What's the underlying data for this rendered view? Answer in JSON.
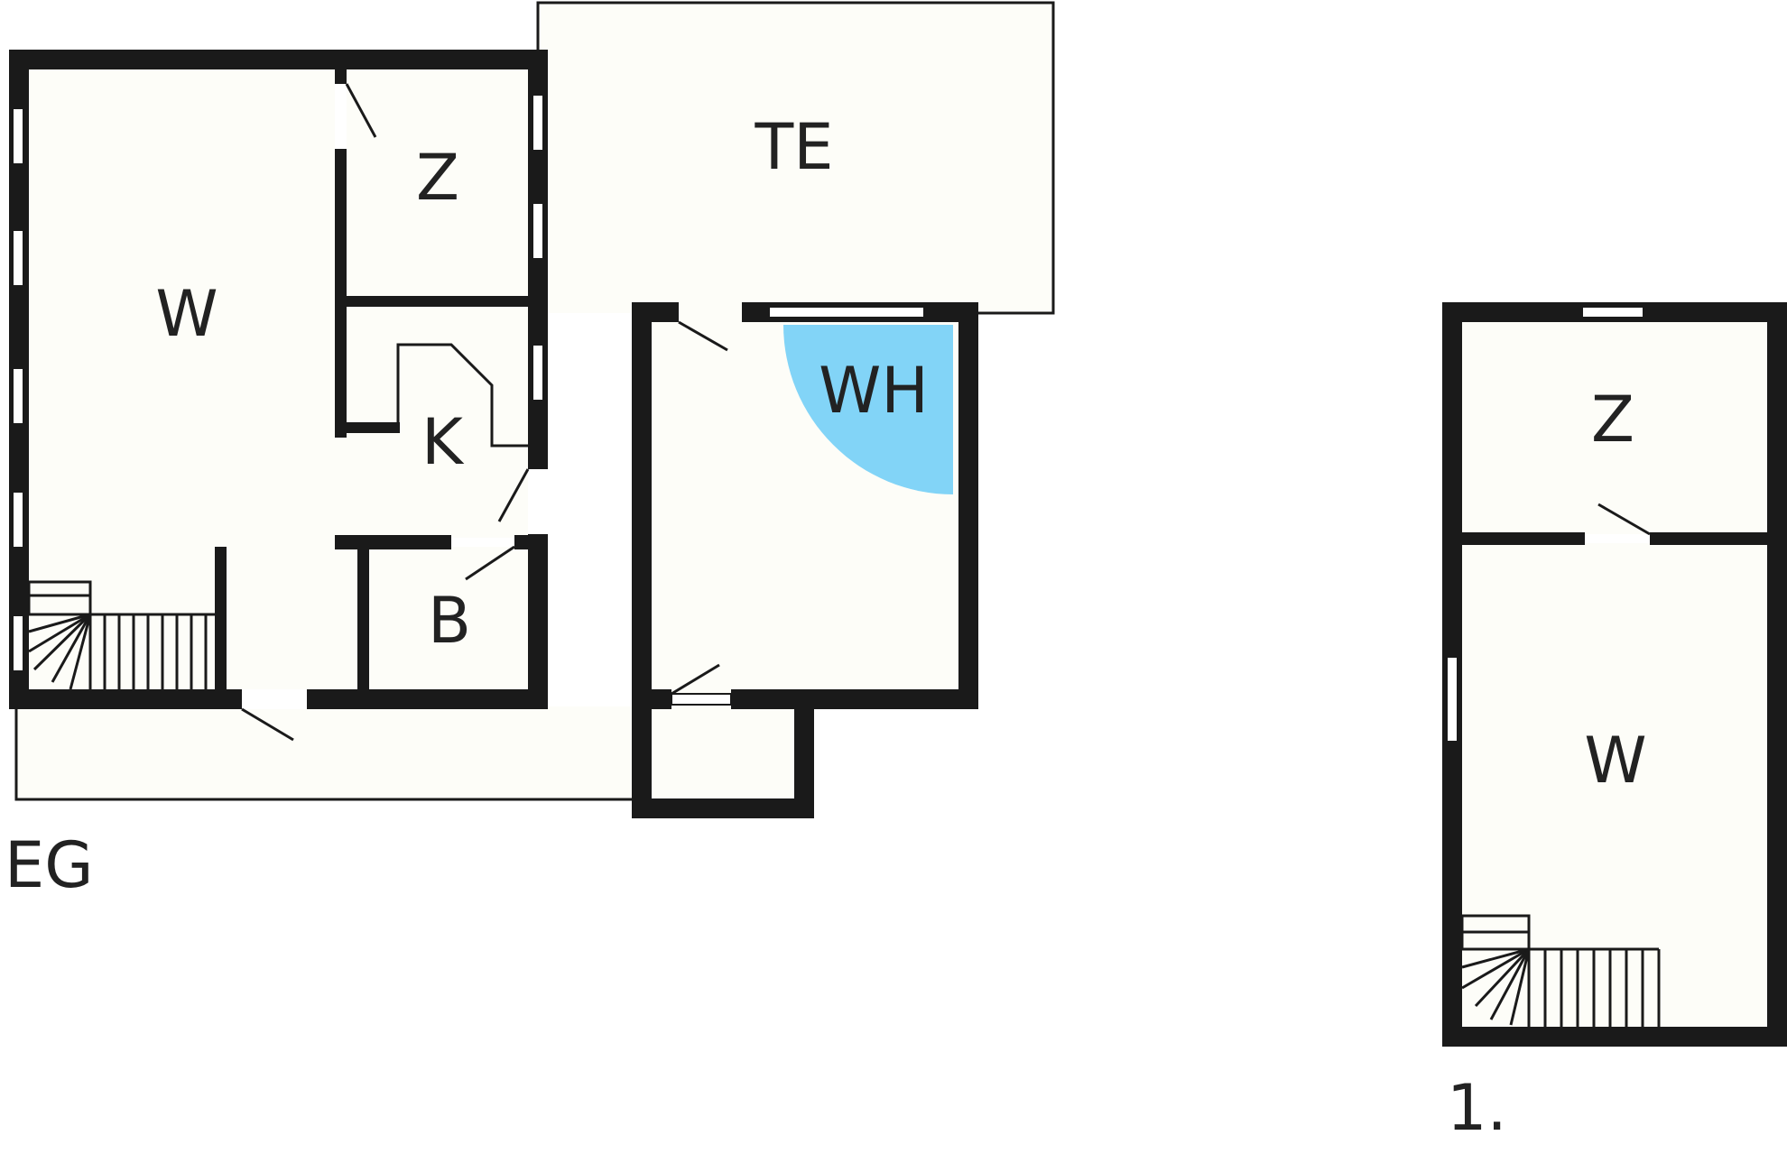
{
  "floors": [
    {
      "label": "EG",
      "rooms": [
        {
          "label": "W"
        },
        {
          "label": "Z"
        },
        {
          "label": "K"
        },
        {
          "label": "B"
        },
        {
          "label": "TE"
        },
        {
          "label": "WH"
        }
      ]
    },
    {
      "label": "1.",
      "rooms": [
        {
          "label": "Z"
        },
        {
          "label": "W"
        }
      ]
    }
  ],
  "colors": {
    "wall": "#1a1a1a",
    "floor": "#fdfdf8",
    "hot_tub": "#82d4f7"
  }
}
